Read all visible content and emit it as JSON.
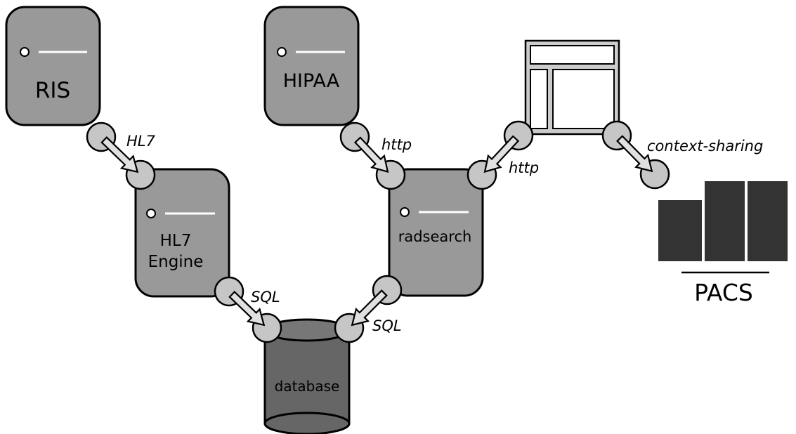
{
  "nodes": {
    "ris": {
      "label": "RIS"
    },
    "hipaa": {
      "label": "HIPAA"
    },
    "hl7_engine": {
      "label_line1": "HL7",
      "label_line2": "Engine"
    },
    "radsearch": {
      "label": "radsearch"
    },
    "database": {
      "label": "database"
    },
    "workstation": {
      "label": ""
    },
    "pacs": {
      "label": "PACS"
    }
  },
  "edges": {
    "ris_to_hl7": {
      "label": "HL7"
    },
    "hl7_to_db": {
      "label": "SQL"
    },
    "db_to_radsearch": {
      "label": "SQL"
    },
    "radsearch_to_hipaa": {
      "label": "http"
    },
    "radsearch_to_workstation": {
      "label": "http"
    },
    "workstation_to_pacs": {
      "label": "context-sharing"
    }
  },
  "colors": {
    "server_fill": "#999999",
    "database_fill": "#666666",
    "pacs_fill": "#333333",
    "connector_fill": "#c6c6c6",
    "window_fill": "#cccccc"
  }
}
